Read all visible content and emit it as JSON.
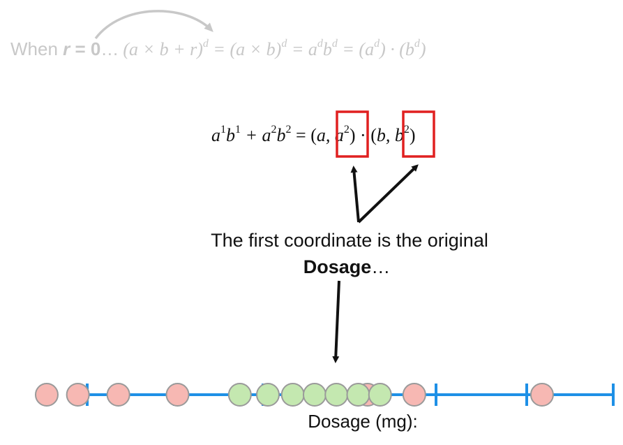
{
  "header": {
    "when_word": "When ",
    "r_letter": "r",
    "equals_zero": " = 0",
    "ellipsis": "…",
    "formula": {
      "base": "(a × b + r)",
      "exp": "d",
      "eq1": " = (a × b)",
      "eq1_exp": "d",
      "eq2a": " = a",
      "eq2a_exp": "d",
      "eq2b": "b",
      "eq2b_exp": "d",
      "eq3a": " = (a",
      "eq3a_exp": "d",
      "eq3b": ") · (b",
      "eq3b_exp": "d",
      "eq3c": ")"
    },
    "color": "#c8c8c8"
  },
  "main_formula": {
    "t1": "a",
    "t1_exp": "1",
    "t2": "b",
    "t2_exp": "1",
    "t3": " + a",
    "t3_exp": "2",
    "t4": "b",
    "t4_exp": "2",
    "t5": " = (",
    "t6": "a",
    "t7": ", a",
    "t7_exp": "2",
    "t8": ") · (",
    "t9": "b",
    "t10": ", b",
    "t10_exp": "2",
    "t11": ")",
    "highlight_color": "#e02020"
  },
  "caption": {
    "line1": "The first coordinate is the original",
    "line2_bold": "Dosage",
    "line2_rest": "…"
  },
  "number_line": {
    "label": "Dosage (mg):",
    "line_color": "#1e90e6",
    "red_fill": "#f7b8b3",
    "green_fill": "#c4e8b0",
    "point_stroke": "#9a9a9a"
  },
  "points": {
    "red": [
      0.075,
      0.125,
      0.19,
      0.285,
      0.59,
      0.665,
      0.87
    ],
    "green": [
      0.385,
      0.43,
      0.47,
      0.505,
      0.54,
      0.575,
      0.61
    ]
  }
}
